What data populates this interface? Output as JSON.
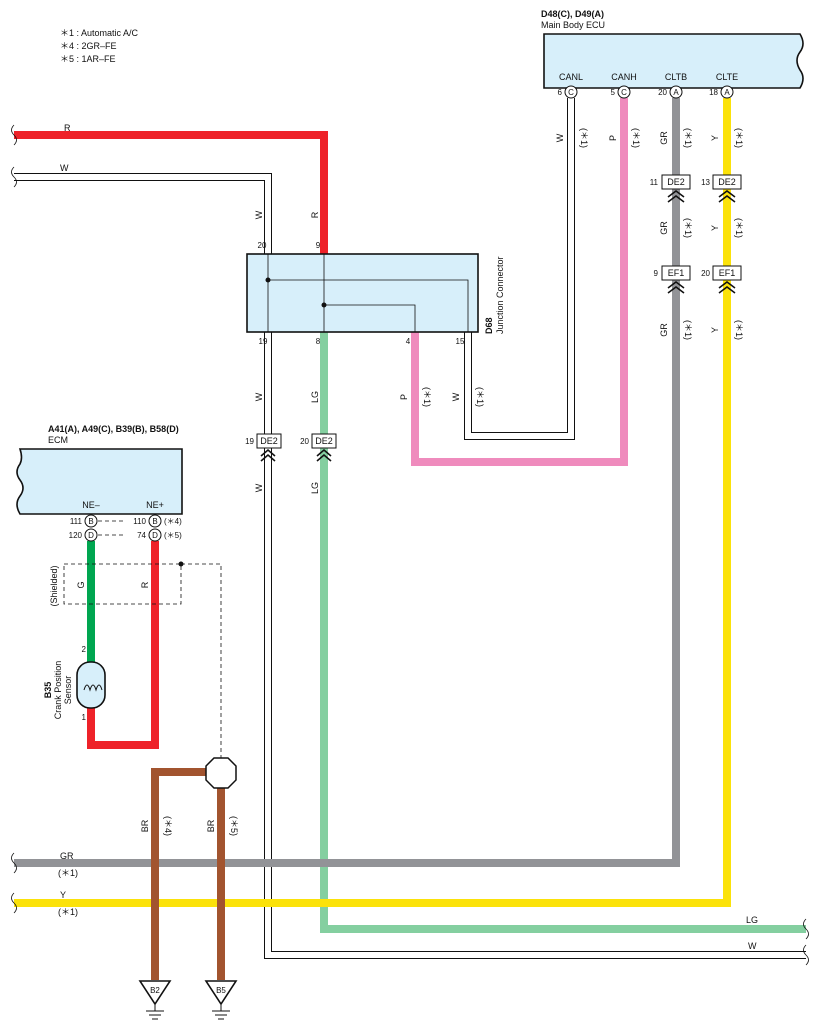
{
  "notes": [
    "＊1 : Automatic A/C",
    "＊4 : 2GR–FE",
    "＊5 : 1AR–FE"
  ],
  "colors": {
    "red": "#ee2229",
    "white": "#ffffff",
    "pink": "#ef8bbd",
    "gray": "#929397",
    "yellow": "#fbe20a",
    "light_green": "#84cfa0",
    "green": "#00a650",
    "brown": "#a2542f",
    "component_fill": "#d7effa"
  },
  "main_body_ecu": {
    "connector": "D48(C), D49(A)",
    "name": "Main Body ECU",
    "pins": [
      {
        "num": "6",
        "letter": "C",
        "label": "CANL"
      },
      {
        "num": "5",
        "letter": "C",
        "label": "CANH"
      },
      {
        "num": "20",
        "letter": "A",
        "label": "CLTB"
      },
      {
        "num": "18",
        "letter": "A",
        "label": "CLTE"
      }
    ]
  },
  "ecm": {
    "connector": "A41(A), A49(C), B39(B), B58(D)",
    "name": "ECM",
    "pin_labels": [
      "NE–",
      "NE+"
    ],
    "pins_left": [
      {
        "num": "111",
        "letter": "B"
      },
      {
        "num": "120",
        "letter": "D"
      }
    ],
    "pins_right": [
      {
        "num": "110",
        "letter": "B",
        "note": "(＊4)"
      },
      {
        "num": "74",
        "letter": "D",
        "note": "(＊5)"
      }
    ]
  },
  "junction": {
    "id": "D68",
    "name": "Junction Connector",
    "pins_top": [
      "20",
      "9"
    ],
    "pins_bottom": [
      "19",
      "8",
      "4",
      "15"
    ]
  },
  "sensor": {
    "id": "B35",
    "name_line1": "Crank Position",
    "name_line2": "Sensor",
    "pin_top": "2",
    "pin_bottom": "1"
  },
  "shielded": "(Shielded)",
  "inline_connectors": [
    {
      "pin": "11",
      "name": "DE2"
    },
    {
      "pin": "13",
      "name": "DE2"
    },
    {
      "pin": "9",
      "name": "EF1"
    },
    {
      "pin": "20",
      "name": "EF1"
    },
    {
      "pin": "19",
      "name": "DE2"
    },
    {
      "pin": "20",
      "name": "DE2"
    }
  ],
  "grounds": [
    "B2",
    "B5"
  ],
  "wire_labels": {
    "R": "R",
    "W": "W",
    "P": "P",
    "GR": "GR",
    "Y": "Y",
    "LG": "LG",
    "G": "G",
    "BR": "BR",
    "n1": "(＊1)",
    "n4": "(＊4)",
    "n5": "(＊5)"
  }
}
